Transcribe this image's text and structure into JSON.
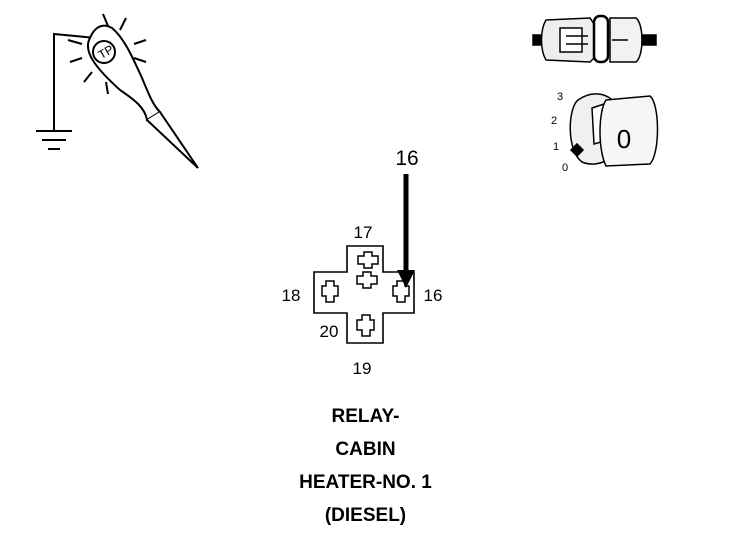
{
  "ignition_key": {
    "positions": [
      "3",
      "2",
      "1",
      "0"
    ],
    "key_label": "0"
  },
  "test_probe": {
    "icon": "test-light-probe-icon",
    "ground_icon": "ground-symbol-icon"
  },
  "connector_icon": "disconnected-connector-icon",
  "relay": {
    "arrow_label": "16",
    "terminals": {
      "top": "17",
      "left": "18",
      "right": "16",
      "bottom_left": "20",
      "bottom": "19"
    }
  },
  "caption": {
    "line1": "RELAY-",
    "line2": "CABIN",
    "line3": "HEATER-NO. 1",
    "line4": "(DIESEL)"
  },
  "colors": {
    "ink": "#000000",
    "background": "#ffffff",
    "shading": "#e0e0e0"
  }
}
